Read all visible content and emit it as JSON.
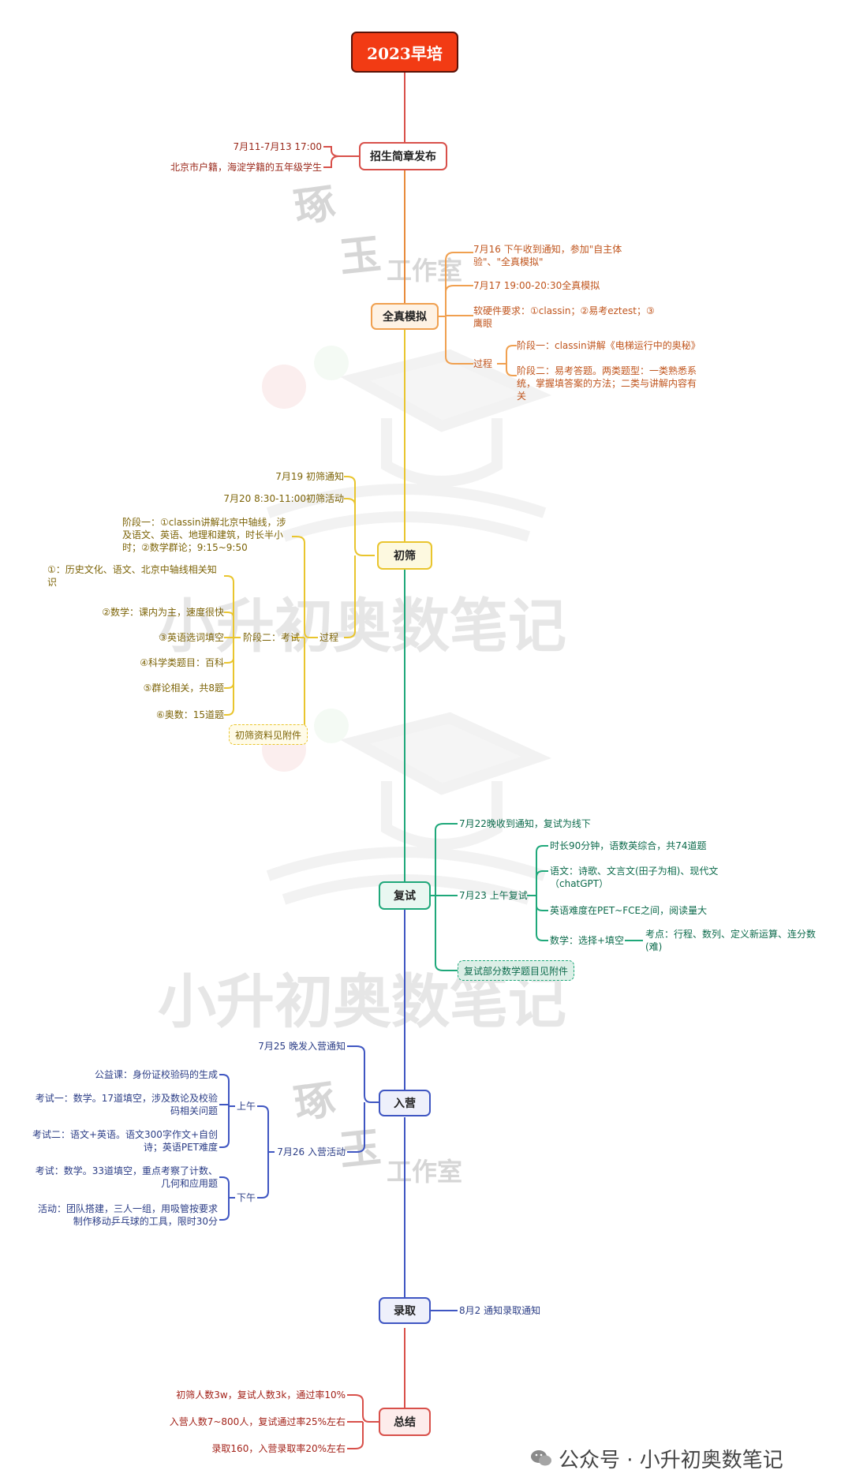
{
  "root": "2023早培",
  "sections": {
    "s1": {
      "label": "招生简章发布",
      "items": [
        "7月11-7月13 17:00",
        "北京市户籍，海淀学籍的五年级学生"
      ]
    },
    "s2": {
      "label": "全真模拟",
      "items": [
        "7月16 下午收到通知，参加\"自主体验\"、\"全真模拟\"",
        "7月17 19:00-20:30全真模拟",
        "软硬件要求：①classin；②易考eztest；③鹰眼",
        "过程",
        "阶段一：classin讲解《电梯运行中的奥秘》",
        "阶段二：易考答题。两类题型：一类熟悉系统，掌握填答案的方法；二类与讲解内容有关"
      ]
    },
    "s3": {
      "label": "初筛",
      "items": [
        "7月19 初筛通知",
        "7月20 8:30-11:00初筛活动",
        "阶段一：①classin讲解北京中轴线，涉及语文、英语、地理和建筑，时长半小时；②数学群论；9:15~9:50",
        "过程",
        "阶段二：考试",
        "①：历史文化、语文、北京中轴线相关知识",
        "②数学：课内为主，速度很快",
        "③英语选词填空",
        "④科学类题目：百科",
        "⑤群论相关，共8题",
        "⑥奥数：15道题",
        "初筛资料见附件"
      ]
    },
    "s4": {
      "label": "复试",
      "items": [
        "7月22晚收到通知，复试为线下",
        "7月23 上午复试",
        "时长90分钟，语数英综合，共74道题",
        "语文：诗歌、文言文(田子为相)、现代文（chatGPT）",
        "英语难度在PET~FCE之间，阅读量大",
        "数学：选择+填空",
        "考点：行程、数列、定义新运算、连分数(难)",
        "复试部分数学题目见附件"
      ]
    },
    "s5": {
      "label": "入营",
      "items": [
        "7月25 晚发入营通知",
        "7月26 入营活动",
        "上午",
        "下午",
        "公益课：身份证校验码的生成",
        "考试一：数学。17道填空，涉及数论及校验码相关问题",
        "考试二：语文+英语。语文300字作文+自创诗；英语PET难度",
        "考试：数学。33道填空，重点考察了计数、几何和应用题",
        "活动：团队搭建，三人一组，用吸管按要求制作移动乒乓球的工具，限时30分"
      ]
    },
    "s6": {
      "label": "录取",
      "items": [
        "8月2 通知录取通知"
      ]
    },
    "s7": {
      "label": "总结",
      "items": [
        "初筛人数3w，复试人数3k，通过率10%",
        "入营人数7~800人，复试通过率25%左右",
        "录取160，入营录取率20%左右"
      ]
    }
  },
  "watermarks": {
    "studio": "琢",
    "studio2": "玉",
    "studio3": "工作室",
    "brand": "小升初奥数笔记"
  },
  "footer": {
    "wechat": "公众号 · 小升初奥数笔记"
  },
  "colors": {
    "root": "#f23b14",
    "s1": "#d8504a",
    "s2": "#f0a050",
    "s3": "#e9c52e",
    "s4": "#1fa87a",
    "s5": "#3f56c2",
    "s6": "#3f56c2",
    "s7": "#d8504a"
  }
}
